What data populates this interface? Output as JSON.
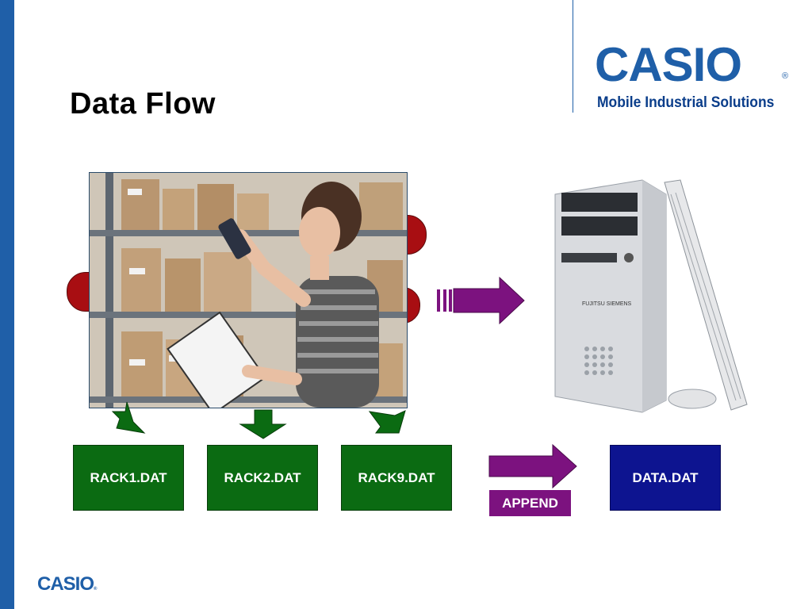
{
  "slide": {
    "title": "Data Flow"
  },
  "brand": {
    "logo_text": "CASIO",
    "registered_mark": "®",
    "tagline": "Mobile Industrial Solutions",
    "footer_logo": "CASIO",
    "footer_mark": "®"
  },
  "files": {
    "rack1": "RACK1.DAT",
    "rack2": "RACK2.DAT",
    "rack9": "RACK9.DAT",
    "data": "DATA.DAT"
  },
  "append_label": "APPEND",
  "photo_label": "FUJITSU SIEMENS",
  "colors": {
    "brand_blue": "#1f5fa8",
    "rack_green": "#0b6b12",
    "data_blue": "#0d1490",
    "arrow_purple": "#7c127f",
    "bubble_red": "#a80e12"
  }
}
